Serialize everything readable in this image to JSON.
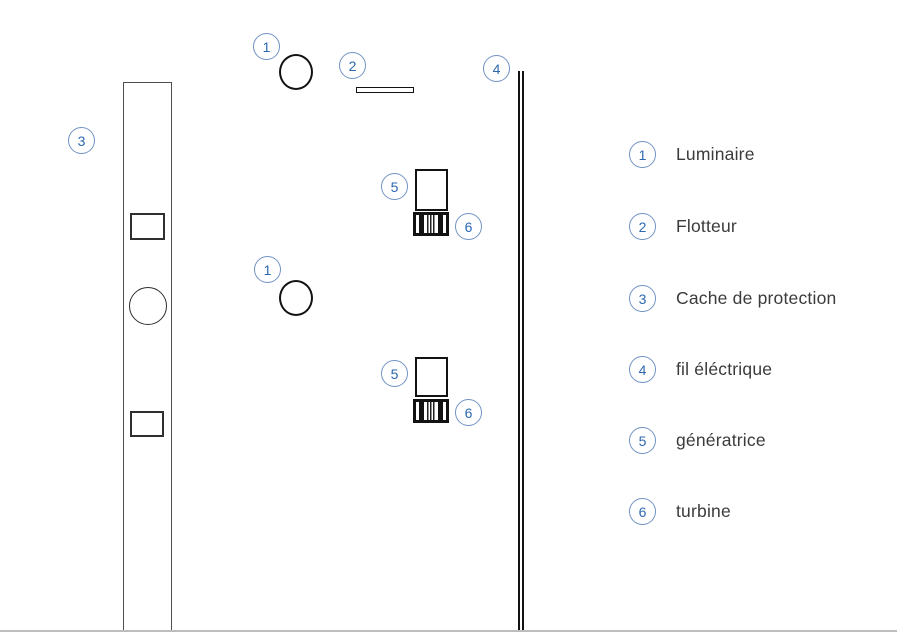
{
  "legend": {
    "items": [
      {
        "num": "1",
        "label": "Luminaire"
      },
      {
        "num": "2",
        "label": "Flotteur"
      },
      {
        "num": "3",
        "label": "Cache de protection"
      },
      {
        "num": "4",
        "label": "fil éléctrique"
      },
      {
        "num": "5",
        "label": "génératrice"
      },
      {
        "num": "6",
        "label": "turbine"
      }
    ]
  },
  "diagram": {
    "badges": [
      {
        "id": "badge-1-top",
        "num": "1"
      },
      {
        "id": "badge-2",
        "num": "2"
      },
      {
        "id": "badge-3",
        "num": "3"
      },
      {
        "id": "badge-4",
        "num": "4"
      },
      {
        "id": "badge-5-top",
        "num": "5"
      },
      {
        "id": "badge-6-top",
        "num": "6"
      },
      {
        "id": "badge-1-middle",
        "num": "1"
      },
      {
        "id": "badge-5-bottom",
        "num": "5"
      },
      {
        "id": "badge-6-bottom",
        "num": "6"
      }
    ]
  },
  "colors": {
    "badge_stroke": "#7293c4",
    "badge_num": "#2d68b0",
    "label_text": "#3b3b3b",
    "ink": "#121212",
    "pole_line": "#4f4f4f",
    "ground": "#bdbdbd",
    "bg": "#ffffff"
  }
}
